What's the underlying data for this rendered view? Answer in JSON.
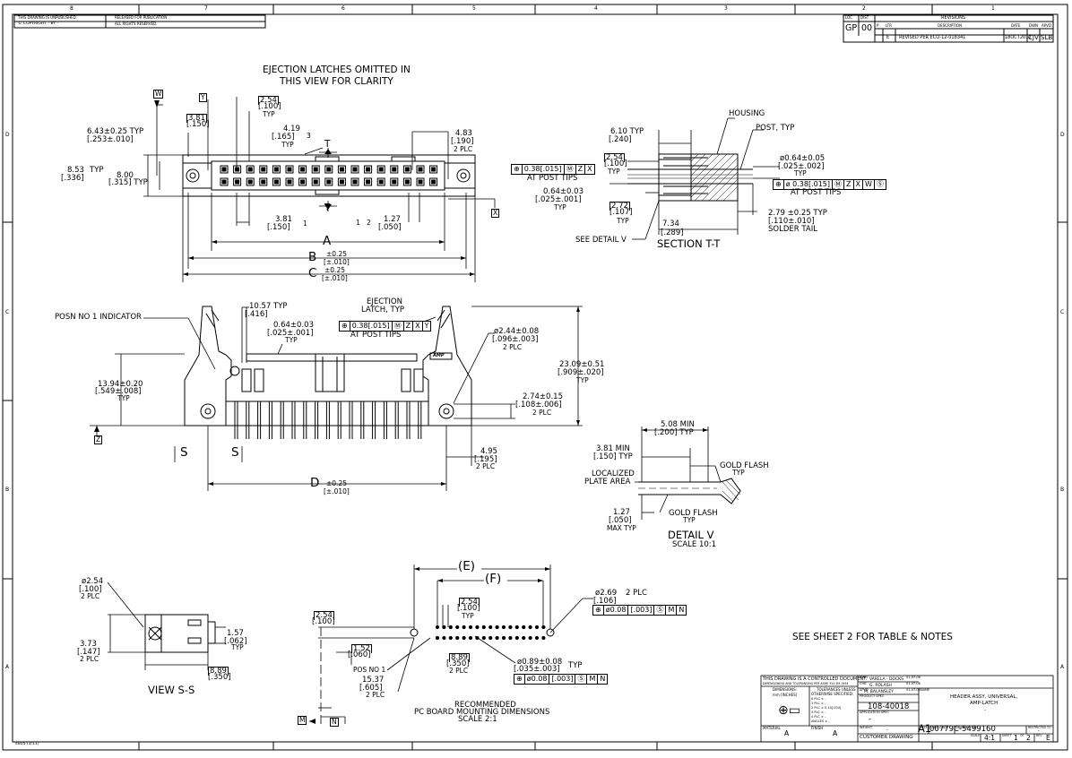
{
  "border": {
    "cols": [
      "8",
      "7",
      "6",
      "5",
      "4",
      "3",
      "2",
      "1"
    ],
    "rows": [
      "D",
      "C",
      "B",
      "A"
    ]
  },
  "legal": {
    "unpublished": "THIS DRAWING IS UNPUBLISHED.",
    "released": "RELEASED FOR PUBLICATION",
    "copyright": "© COPYRIGHT  -  BY -",
    "reserved": "ALL RIGHTS RESERVED."
  },
  "revisions": {
    "title": "REVISIONS",
    "loc_label": "LOC",
    "dist_label": "DIST",
    "loc": "GP",
    "dist": "00",
    "headers": [
      "P",
      "LTR",
      "DESCRIPTION",
      "DATE",
      "DWN",
      "APVD"
    ],
    "row": {
      "ltr": "E",
      "desc": "REVISED PER ECO-12-018341",
      "date": "18OCT2012",
      "dwn": "CJV",
      "apvd": "SLB"
    }
  },
  "top_view": {
    "note_l1": "EJECTION LATCHES OMITTED IN",
    "note_l2": "THIS VIEW FOR CLARITY",
    "datum_w": "W",
    "datum_y": "Y",
    "datum_x": "X",
    "d381_a": "3.81",
    "d381_b": "[.150]",
    "d254_a": "2.54",
    "d254_b": "[.100]",
    "d254_c": "TYP",
    "d643_a": "6.43±0.25 TYP",
    "d643_b": "[.253±.010]",
    "d419_a": "4.19",
    "d419_b": "[.165]",
    "d419_c": "TYP",
    "d483_a": "4.83",
    "d483_b": "[.190]",
    "d483_c": "2 PLC",
    "d853_a": "8.53",
    "d853_b": "TYP",
    "d853_c": "[.336]",
    "d800_a": "8.00",
    "d800_b": "[.315] TYP",
    "section_t": "T",
    "d381b_a": "3.81",
    "d381b_b": "[.150]",
    "d127_a": "1.27",
    "d127_b": "[.050]",
    "dim_a": "A",
    "dim_b": "B",
    "dim_b_tol": "±0.25",
    "dim_b_tol2": "[±.010]",
    "dim_c": "C",
    "dim_c_tol": "±0.25",
    "dim_c_tol2": "[±.010]",
    "flag1": "1",
    "flag12": "1",
    "flag12b": "2",
    "flag3": "3"
  },
  "section": {
    "housing": "HOUSING",
    "post": "POST, TYP",
    "d610_a": "6.10 TYP",
    "d610_b": "[.240]",
    "d254_a": "2.54",
    "d254_b": "[.100]",
    "d254_c": "TYP",
    "fcf_left": [
      "⊕",
      "0.38[.015]",
      "Ⓜ",
      "Z",
      "X"
    ],
    "at_post_tips_l": "AT POST TIPS",
    "d064_a": "0.64±0.03",
    "d064_b": "[.025±.001]",
    "d064_c": "TYP",
    "d272_a": "2.72",
    "d272_b": "[.107]",
    "d272_c": "TYP",
    "see_detail": "SEE DETAIL V",
    "d734_a": "7.34",
    "d734_b": "[.289]",
    "title": "SECTION T-T",
    "dia064_a": "ø0.64±0.05",
    "dia064_b": "[.025±.002]",
    "dia064_c": "TYP",
    "fcf_right": [
      "⊕",
      "ø 0.38[.015]",
      "Ⓜ",
      "Z",
      "X",
      "W",
      "Ⓢ"
    ],
    "at_post_tips_r": "AT POST TIPS",
    "d279_a": "2.79 ±0.25 TYP",
    "d279_b": "[.110±.010]",
    "d279_c": "SOLDER TAIL"
  },
  "front_view": {
    "posn1": "POSN NO 1 INDICATOR",
    "d1057_a": "10.57 TYP",
    "d1057_b": "[.416]",
    "ejection_a": "EJECTION",
    "ejection_b": "LATCH, TYP",
    "d064_a": "0.64±0.03",
    "d064_b": "[.025±.001]",
    "d064_c": "TYP",
    "fcf": [
      "⊕",
      "0.38[.015]",
      "Ⓜ",
      "Z",
      "X",
      "Y"
    ],
    "at_post_tips": "AT POST TIPS",
    "dia244_a": "ø2.44±0.08",
    "dia244_b": "[.096±.003]",
    "dia244_c": "2 PLC",
    "d1394_a": "13.94±0.20",
    "d1394_b": "[.549±.008]",
    "d1394_c": "TYP",
    "d2309_a": "23.09±0.51",
    "d2309_b": "[.909±.020]",
    "d2309_c": "TYP",
    "d274_a": "2.74±0.15",
    "d274_b": "[.108±.006]",
    "d274_c": "2 PLC",
    "datum_z": "Z",
    "s_left": "S",
    "s_right": "S",
    "d495_a": "4.95",
    "d495_b": "[.195]",
    "d495_c": "2 PLC",
    "dim_d": "D",
    "dim_d_tol": "±0.25",
    "dim_d_tol2": "[±.010]",
    "brand": "AMP"
  },
  "detail_v": {
    "d508_a": "5.08  MIN",
    "d508_b": "[.200] TYP",
    "d381_a": "3.81  MIN",
    "d381_b": "[.150] TYP",
    "gold_flash_a": "GOLD FLASH",
    "gold_flash_b": "TYP",
    "localized_a": "LOCALIZED",
    "localized_b": "PLATE AREA",
    "d127_a": "1.27",
    "d127_b": "[.050]",
    "d127_c": "MAX TYP",
    "gold_flash2_a": "GOLD FLASH",
    "gold_flash2_b": "TYP",
    "title": "DETAIL  V",
    "scale": "SCALE 10:1"
  },
  "view_ss": {
    "dia254_a": "ø2.54",
    "dia254_b": "[.100]",
    "dia254_c": "2 PLC",
    "d157_a": "1.57",
    "d157_b": "[.062]",
    "d157_c": "TYP",
    "d373_a": "3.73",
    "d373_b": "[.147]",
    "d373_c": "2 PLC",
    "d889_a": "8.89",
    "d889_b": "[.350]",
    "title": "VIEW  S-S"
  },
  "pcb": {
    "dim_e": "(E)",
    "dim_f": "(F)",
    "d254a_a": "2.54",
    "d254a_b": "[.100]",
    "d254b_a": "2.54",
    "d254b_b": "[.100]",
    "d254b_c": "TYP",
    "d152_a": "1.52",
    "d152_b": "[.060]",
    "d889_a": "8.89",
    "d889_b": "[.350]",
    "d889_c": "2 PLC",
    "pos1": "POS NO 1",
    "d1537_a": "15.37",
    "d1537_b": "[.605]",
    "d1537_c": "2 PLC",
    "dia269_a": "ø2.69",
    "dia269_b": "2 PLC",
    "dia269_c": "[.106]",
    "fcf269": [
      "⊕",
      "ø0.08",
      "[.003]",
      "Ⓢ",
      "M",
      "N"
    ],
    "dia089_a": "ø0.89±0.08",
    "dia089_b": "TYP",
    "dia089_c": "[.035±.003]",
    "fcf089": [
      "⊕",
      "ø0.08",
      "[.003]",
      "Ⓢ",
      "M",
      "N"
    ],
    "title_a": "RECOMMENDED",
    "title_b": "PC BOARD MOUNTING DIMENSIONS",
    "title_c": "SCALE 2:1",
    "datum_m": "M",
    "datum_n": "N"
  },
  "see_sheet": "SEE SHEET 2 FOR TABLE & NOTES",
  "title_block": {
    "controlled": "THIS DRAWING IS A CONTROLLED DOCUMENT.",
    "dims_std": "DIMENSIONING AND TOLERANCING PER ASME Y14.5M-1994",
    "dimensions": "DIMENSIONS:",
    "mm": "mm [INCHES]",
    "tol_unless": "TOLERANCES UNLESS",
    "otherwise": "OTHERWISE SPECIFIED:",
    "tol_lines": [
      "0 PLC  ±  -",
      "1 PLC  ±  -",
      "2 PLC  ± 0.10[.004]",
      "3 PLC  ±  -",
      "4 PLC  ±  -",
      "ANGLES  ±  -"
    ],
    "material": "MATERIAL",
    "finish": "FINISH",
    "dwn_label": "DWN",
    "dwn_name": "VARELA - DOCKS",
    "dwn_date": "01-07-06",
    "chk_label": "CHK",
    "chk_name": "G. ROLASH",
    "chk_date": "01-07-06",
    "appd_label": "APVD",
    "appd_name": "M. BALANSLEY",
    "appd_date": "01-07-06",
    "name_label": "NAME",
    "title_a": "HEADER ASSY, UNIVERSAL,",
    "title_b": "AMP-LATCH",
    "title_c": "-",
    "product_spec_label": "PRODUCT SPEC",
    "product_spec": "108-40018",
    "application_spec_label": "APPLICATION SPEC",
    "application_spec": "-",
    "weight_label": "WEIGHT",
    "weight": "-",
    "size_label": "SIZE",
    "size": "A1",
    "cage_label": "CAGE CODE",
    "cage": "00779",
    "dwg_label": "DRAWING NO",
    "dwg": "C-5499160",
    "restricted_label": "RESTRICTED TO",
    "restricted": "-",
    "customer": "CUSTOMER DRAWING",
    "scale_label": "SCALE",
    "scale": "4:1",
    "sheet_label": "SHEET",
    "sheet": "1",
    "of_label": "OF",
    "of": "2",
    "rev_label": "REV",
    "rev": "E",
    "flag_a": "A",
    "flag_b": "A"
  },
  "form_no": "4805 (3/11)"
}
